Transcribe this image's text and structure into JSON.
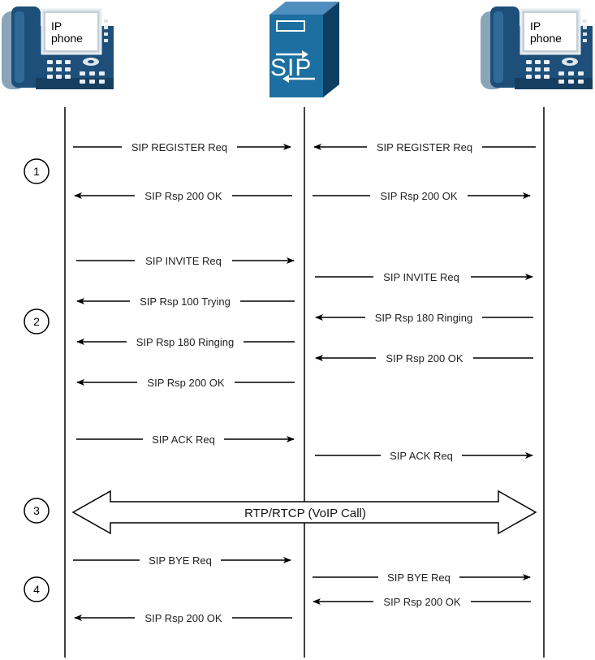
{
  "colors": {
    "device_blue": "#1c6fa0",
    "device_dark": "#0d3f63",
    "phone_body": "#1d4f7a",
    "phone_light": "#8aa4b8",
    "line": "#000000"
  },
  "nodes": {
    "left_phone": {
      "icon": "ip-phone-icon",
      "label_line1": "IP",
      "label_line2": "phone"
    },
    "server": {
      "icon": "sip-server-icon",
      "label": "SIP"
    },
    "right_phone": {
      "icon": "ip-phone-icon",
      "label_line1": "IP",
      "label_line2": "phone"
    }
  },
  "steps": [
    "1",
    "2",
    "3",
    "4"
  ],
  "messages": [
    {
      "label": "SIP REGISTER Req",
      "from": "left",
      "to": "server"
    },
    {
      "label": "SIP REGISTER Req",
      "from": "right",
      "to": "server"
    },
    {
      "label": "SIP Rsp 200 OK",
      "from": "server",
      "to": "left"
    },
    {
      "label": "SIP Rsp 200 OK",
      "from": "server",
      "to": "right"
    },
    {
      "label": "SIP INVITE Req",
      "from": "left",
      "to": "server"
    },
    {
      "label": "SIP INVITE Req",
      "from": "server",
      "to": "right"
    },
    {
      "label": "SIP Rsp 100 Trying",
      "from": "server",
      "to": "left"
    },
    {
      "label": "SIP Rsp 180 Ringing",
      "from": "right",
      "to": "server"
    },
    {
      "label": "SIP Rsp 180 Ringing",
      "from": "server",
      "to": "left"
    },
    {
      "label": "SIP Rsp 200 OK",
      "from": "right",
      "to": "server"
    },
    {
      "label": "SIP Rsp 200 OK",
      "from": "server",
      "to": "left"
    },
    {
      "label": "SIP ACK Req",
      "from": "left",
      "to": "server"
    },
    {
      "label": "SIP ACK Req",
      "from": "server",
      "to": "right"
    },
    {
      "label": "SIP BYE Req",
      "from": "left",
      "to": "server"
    },
    {
      "label": "SIP BYE Req",
      "from": "server",
      "to": "right"
    },
    {
      "label": "SIP Rsp 200 OK",
      "from": "right",
      "to": "server"
    },
    {
      "label": "SIP Rsp 200 OK",
      "from": "server",
      "to": "left"
    }
  ],
  "rtp": {
    "label": "RTP/RTCP (VoIP Call)",
    "between": [
      "left",
      "right"
    ]
  }
}
